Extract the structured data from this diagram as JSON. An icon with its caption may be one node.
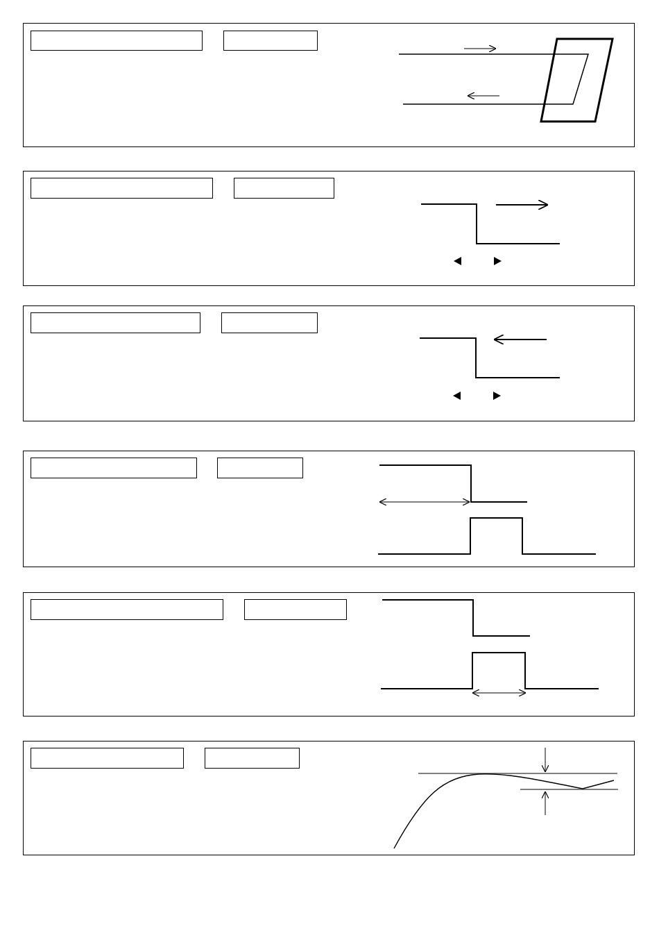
{
  "diagram": {
    "nodes": [
      {
        "text": [],
        "shape": "box"
      },
      {
        "text": [],
        "shape": "box",
        "in": 0
      },
      {
        "text": [],
        "shape": "box",
        "in": 0
      },
      {
        "text": [],
        "shape": "box"
      },
      {
        "text": [],
        "shape": "box",
        "in": 3
      },
      {
        "text": [],
        "shape": "box",
        "in": 3
      },
      {
        "text": [],
        "shape": "box"
      },
      {
        "text": [],
        "shape": "box",
        "in": 6
      },
      {
        "text": [],
        "shape": "box",
        "in": 6
      },
      {
        "text": [],
        "shape": "box"
      },
      {
        "text": [],
        "shape": "box",
        "in": 9
      },
      {
        "text": [],
        "shape": "box",
        "in": 9
      },
      {
        "text": [],
        "shape": "box"
      },
      {
        "text": [],
        "shape": "box",
        "in": 12
      },
      {
        "text": [],
        "shape": "box",
        "in": 12
      },
      {
        "text": [],
        "shape": "box"
      },
      {
        "text": [],
        "shape": "box",
        "in": 15
      },
      {
        "text": [],
        "shape": "box",
        "in": 15
      }
    ]
  }
}
